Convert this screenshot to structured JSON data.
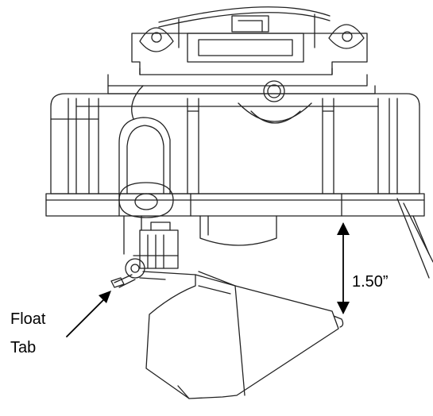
{
  "labels": {
    "float_tab_line1": "Float",
    "float_tab_line2": "Tab",
    "dimension": "1.50”"
  },
  "colors": {
    "line": "#222222",
    "arrow": "#000000",
    "background": "#ffffff"
  }
}
